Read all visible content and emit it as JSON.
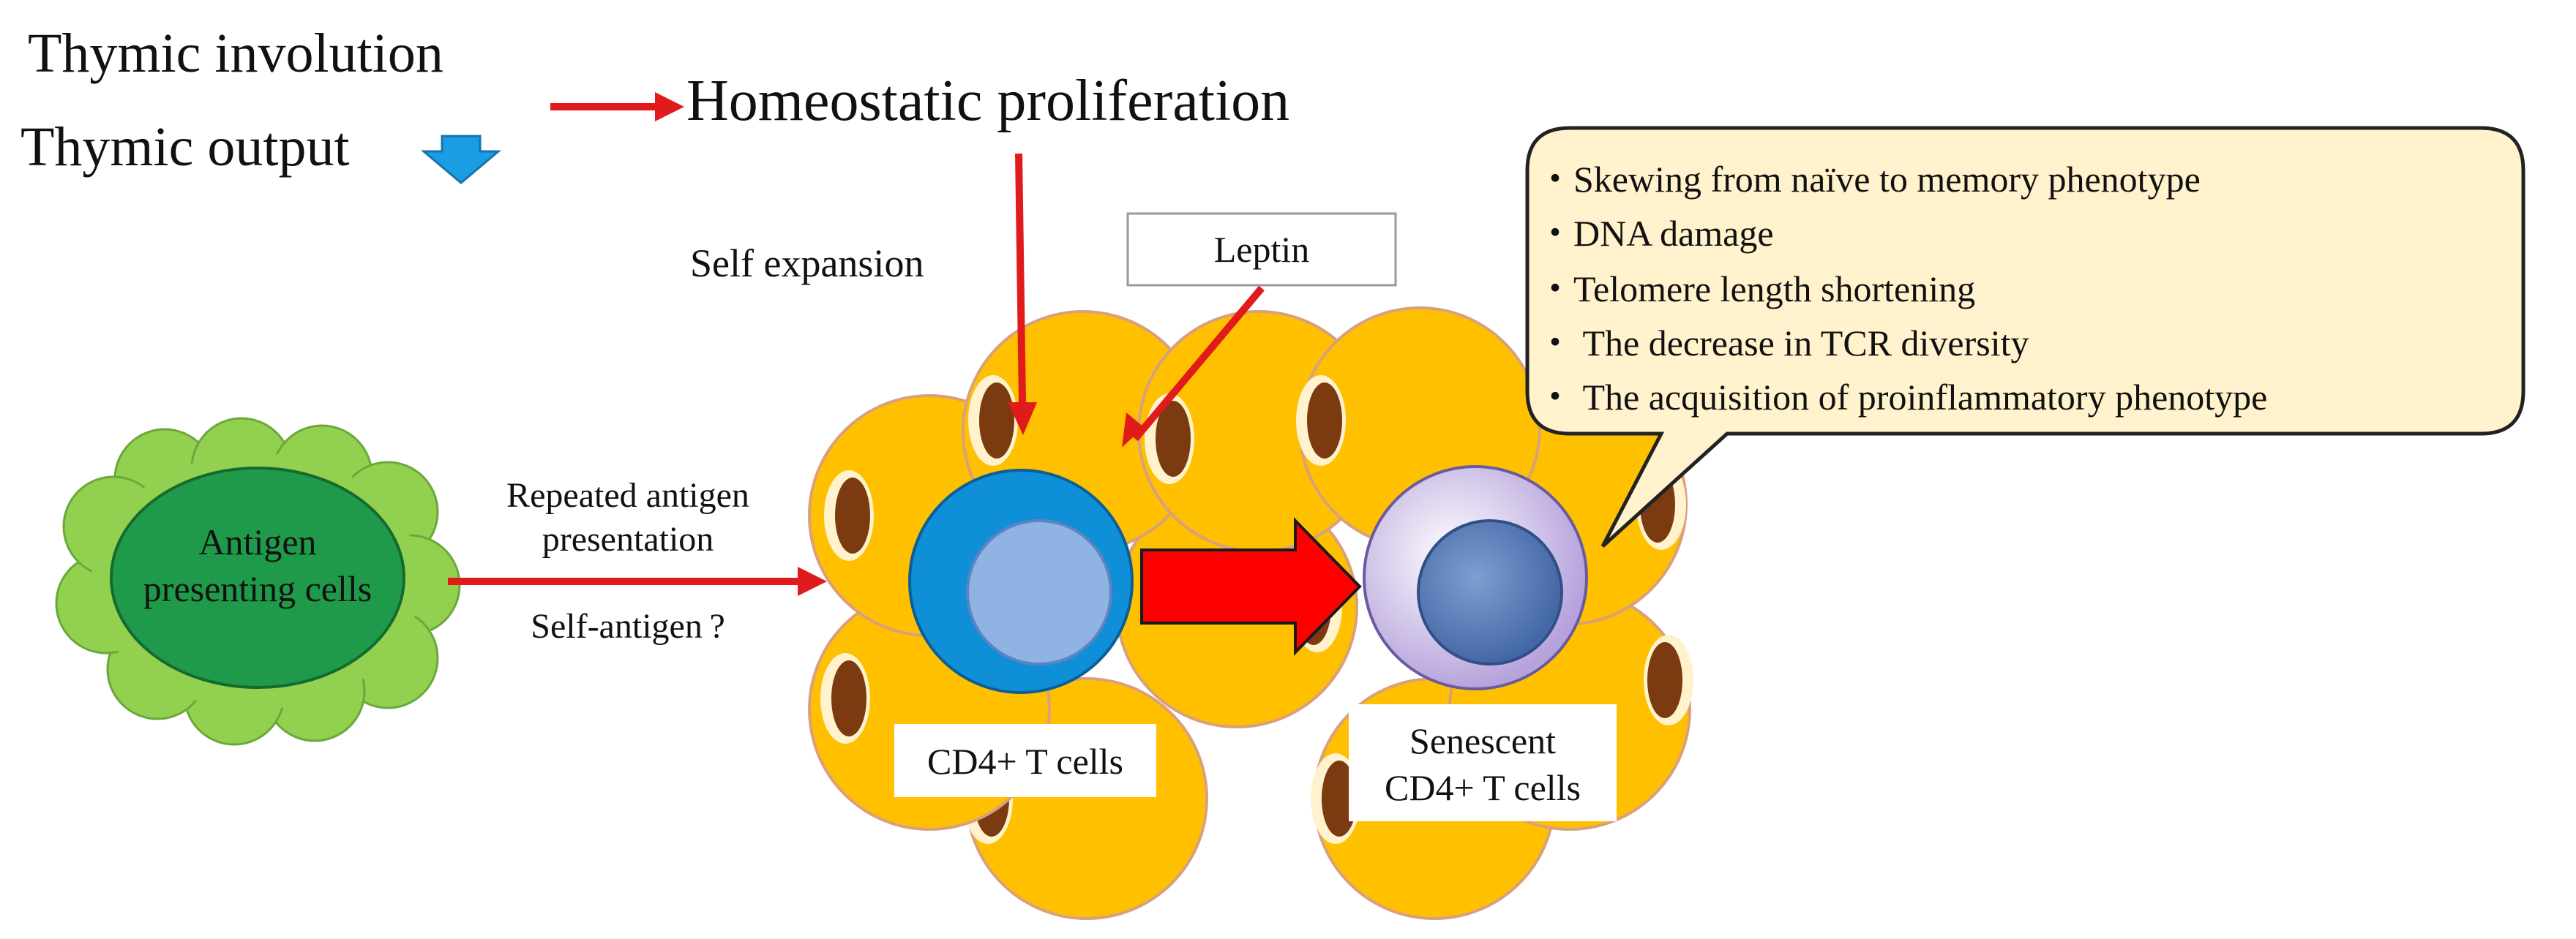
{
  "header": {
    "thymic_involution": "Thymic involution",
    "thymic_output": "Thymic output",
    "homeostatic_proliferation": "Homeostatic proliferation"
  },
  "labels": {
    "self_expansion": "Self expansion",
    "leptin": "Leptin",
    "apc_line1": "Antigen",
    "apc_line2": "presenting cells",
    "repeated_line1": "Repeated antigen",
    "repeated_line2": "presentation",
    "self_antigen": "Self-antigen ?",
    "cd4_t_cells": "CD4+ T cells",
    "senescent_line1": "Senescent",
    "senescent_line2": "CD4+ T cells"
  },
  "callout": {
    "items": [
      "・Skewing from naïve to memory phenotype",
      "・DNA damage",
      "・Telomere length shortening",
      "・ The decrease in TCR diversity",
      "・ The acquisition of proinflammatory phenotype"
    ]
  },
  "colors": {
    "arrow_red": "#e11b1b",
    "down_arrow_blue": "#1a9de2",
    "cell_orange": "#ffc000",
    "cell_border": "#d9a07c",
    "nucleus_brown": "#7b3a10",
    "apc_outer": "#92d050",
    "apc_inner": "#1e9a4a",
    "cd4_outer": "#0f8fd8",
    "cd4_inner": "#8fb4e3",
    "senescent_outer": "#b9a6dc",
    "senescent_inner": "#5b7fb8",
    "callout_fill": "#fff2cc"
  }
}
